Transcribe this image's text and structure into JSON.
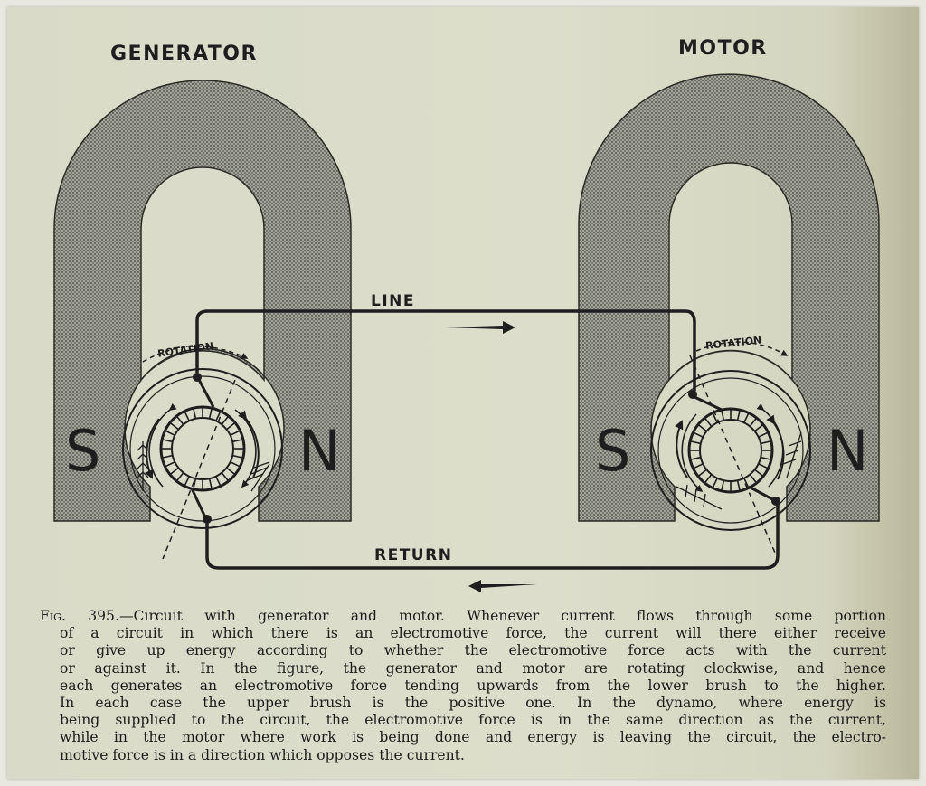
{
  "labels": {
    "generator": "GENERATOR",
    "motor": "MOTOR",
    "line": "LINE",
    "return": "RETURN",
    "rotation": "ROTATION",
    "south": "S",
    "north": "N"
  },
  "caption": {
    "fig_label": "Fig.",
    "fig_number": "395.",
    "lines": [
      "—Circuit with generator and motor.  Whenever current flows through some portion",
      "of a circuit in which there is an electromotive force, the current will there either receive",
      "or give up energy according to whether the electromotive force acts with the current",
      "or against it.  In the figure, the generator and motor are rotating clockwise, and hence",
      "each generates an electromotive force tending upwards from the lower brush to the higher.",
      "In each case the upper brush is the positive one.  In the dynamo, where energy is",
      "being supplied to the circuit, the electromotive force is in the same direction as the current,",
      "while in the motor where work is being done and energy is leaving the circuit, the electro-",
      "motive force is in a direction which opposes the current."
    ]
  },
  "colors": {
    "ink": "#1e1e1e",
    "paper": "#dcdecb",
    "magnet_fill": "#8f9186"
  }
}
